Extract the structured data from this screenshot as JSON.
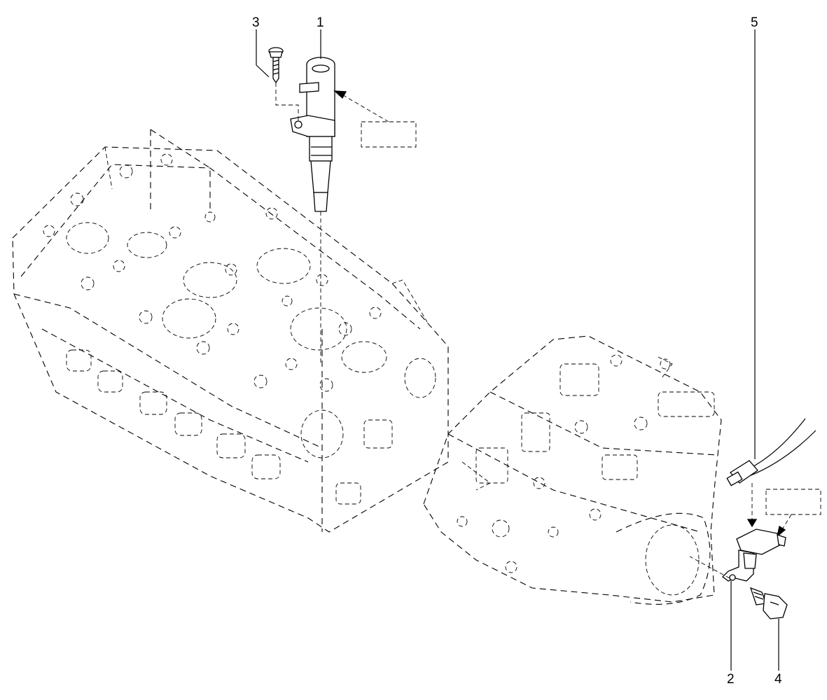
{
  "diagram": {
    "callouts": [
      {
        "id": "1",
        "label": "1"
      },
      {
        "id": "2",
        "label": "2"
      },
      {
        "id": "3",
        "label": "3"
      },
      {
        "id": "4",
        "label": "4"
      },
      {
        "id": "5",
        "label": "5"
      }
    ],
    "components": [
      {
        "callout": "1",
        "icon": "ignition-coil-icon"
      },
      {
        "callout": "2",
        "icon": "crankshaft-sensor-icon"
      },
      {
        "callout": "3",
        "icon": "screw-icon"
      },
      {
        "callout": "4",
        "icon": "bolt-icon"
      },
      {
        "callout": "5",
        "icon": "connector-icon"
      }
    ]
  }
}
